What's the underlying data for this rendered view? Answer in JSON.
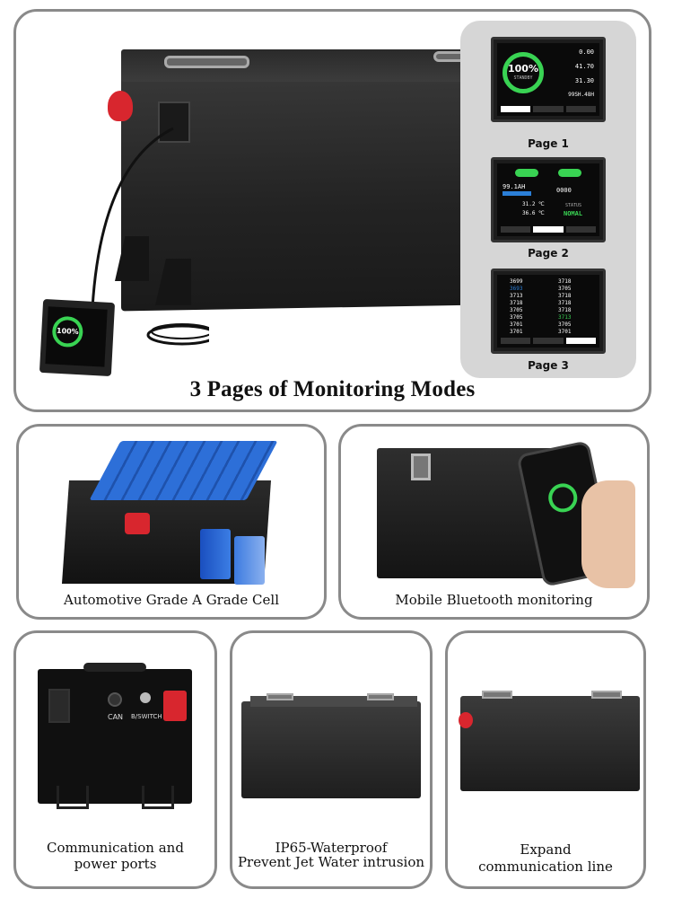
{
  "hero": {
    "caption": "3 Pages of Monitoring Modes",
    "display": {
      "soc": "100%",
      "status": "STANDBY",
      "readings": [
        "0.00",
        "41.70",
        "31.30",
        "99SH.48H"
      ]
    },
    "pages": [
      {
        "label": "Page 1"
      },
      {
        "label": "Page 2",
        "capacity": "99.1AH",
        "temp1": "31.2 ℃",
        "temp2": "36.6 ℃",
        "status_label": "STATUS",
        "status_value": "NOMAL",
        "code": "0000"
      },
      {
        "label": "Page 3",
        "cells_left": [
          "3699",
          "3693",
          "3713",
          "3718",
          "3705",
          "3705",
          "3701",
          "3701"
        ],
        "cells_right": [
          "3718",
          "3705",
          "3718",
          "3718",
          "3718",
          "3713",
          "3705",
          "3701"
        ]
      }
    ]
  },
  "panels": {
    "cell": {
      "caption": "Automotive Grade A Grade Cell"
    },
    "bluetooth": {
      "caption": "Mobile Bluetooth monitoring"
    },
    "ports": {
      "caption_line1": "Communication and",
      "caption_line2": "power ports",
      "can_label": "CAN",
      "switch_label": "B/SWITCH"
    },
    "waterproof": {
      "caption_line1": "IP65-Waterproof",
      "caption_line2": "Prevent Jet Water intrusion"
    },
    "expand": {
      "caption_line1": "Expand",
      "caption_line2": "communication line"
    }
  },
  "colors": {
    "terminal_red": "#d8262e",
    "screen_green": "#39d353",
    "screen_blue": "#2b7fd8"
  }
}
